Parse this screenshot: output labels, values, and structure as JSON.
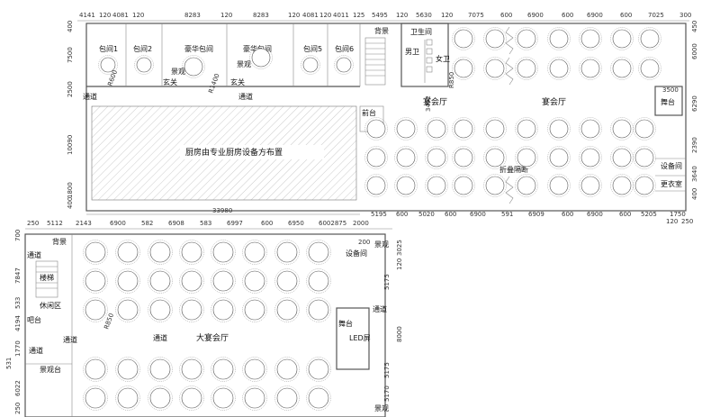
{
  "top_dims": [
    "4141",
    "120",
    "4081",
    "120",
    "8283",
    "120",
    "8283",
    "120",
    "4081",
    "120",
    "4011",
    "125",
    "5495",
    "120",
    "5630",
    "120",
    "7075",
    "600",
    "6900",
    "600",
    "6900",
    "600",
    "7025",
    "300"
  ],
  "left_dims_top": [
    "400",
    "7500",
    "2500",
    "10090",
    "1800",
    "400"
  ],
  "right_dims_top": [
    "450",
    "6000",
    "3500",
    "6290",
    "2390",
    "3640",
    "400"
  ],
  "mid_dims": [
    "5195",
    "600",
    "5020",
    "600",
    "6900",
    "591",
    "6909",
    "600",
    "6900",
    "600",
    "5205",
    "1750",
    "120",
    "250"
  ],
  "overall_width": "33980",
  "lower_top_dims": [
    "250",
    "5112",
    "2143",
    "6900",
    "582",
    "6908",
    "583",
    "6997",
    "600",
    "6950",
    "6002875",
    "2000"
  ],
  "lower_left_dims": [
    "700",
    "7847",
    "533",
    "4194",
    "1770",
    "531",
    "6022",
    "250"
  ],
  "lower_right_dims": [
    "200",
    "3025",
    "5175",
    "8000",
    "5175",
    "5170",
    "120"
  ],
  "rooms": {
    "pj1": "包间1",
    "pj2": "包间2",
    "hh1": "豪华包间",
    "hh2": "豪华包间",
    "pj5": "包间5",
    "pj6": "包间6",
    "bg": "背景",
    "wsj": "卫生间",
    "nv": "男卫",
    "nvw": "女卫",
    "jg1": "景观",
    "xg1": "玄关",
    "jg2": "景观",
    "xg2": "玄关",
    "r600": "R600",
    "r1400": "R1400",
    "r850": "R850",
    "d3492": "3492",
    "tongdao1": "通道",
    "tongdao2": "通道",
    "qiantai": "前台",
    "yhxt1": "宴会厅",
    "yhxt2": "宴会厅",
    "zhedie": "折叠隔断",
    "wutai": "舞台",
    "sbj": "设备间",
    "ygs": "更衣室",
    "kitchen": "厨房由专业厨房设备方布置"
  },
  "lower": {
    "bg": "背景",
    "tongdao_a": "通道",
    "louti": "楼梯",
    "xxq": "休闲区",
    "baitai": "吧台",
    "tongdao_b": "通道",
    "tongdao_c": "通道",
    "jgt": "景观台",
    "tongdao_d": "通道",
    "dyht": "大宴会厅",
    "r850": "R850",
    "sbj": "设备间",
    "jg_top": "景观",
    "wutai": "舞台",
    "led": "LED屏",
    "tongdao_e": "通道",
    "jg_bot": "景观"
  }
}
